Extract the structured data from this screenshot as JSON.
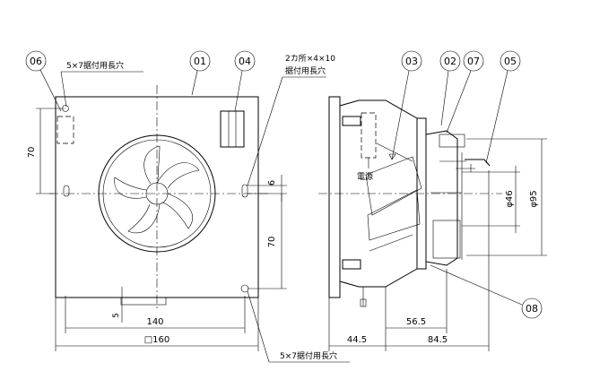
{
  "callouts": {
    "c06_left": "06",
    "c01": "01",
    "c04": "04",
    "c03": "03",
    "c02": "02",
    "c07": "07",
    "c05": "05",
    "c08": "08"
  },
  "notes": {
    "slot_top": "5×7据付用長穴",
    "slot_pair_1": "2カ所×4×10",
    "slot_pair_2": "据付用長穴",
    "slot_bottom": "5×7据付用長穴",
    "power": "電源"
  },
  "dims": {
    "d70_left": "70",
    "d6": "6",
    "d70_right": "70",
    "d5": "5",
    "d140": "140",
    "d160": "□160",
    "d46": "φ46",
    "d95": "φ95",
    "d56_5": "56.5",
    "d44_5": "44.5",
    "d84_5": "84.5"
  }
}
